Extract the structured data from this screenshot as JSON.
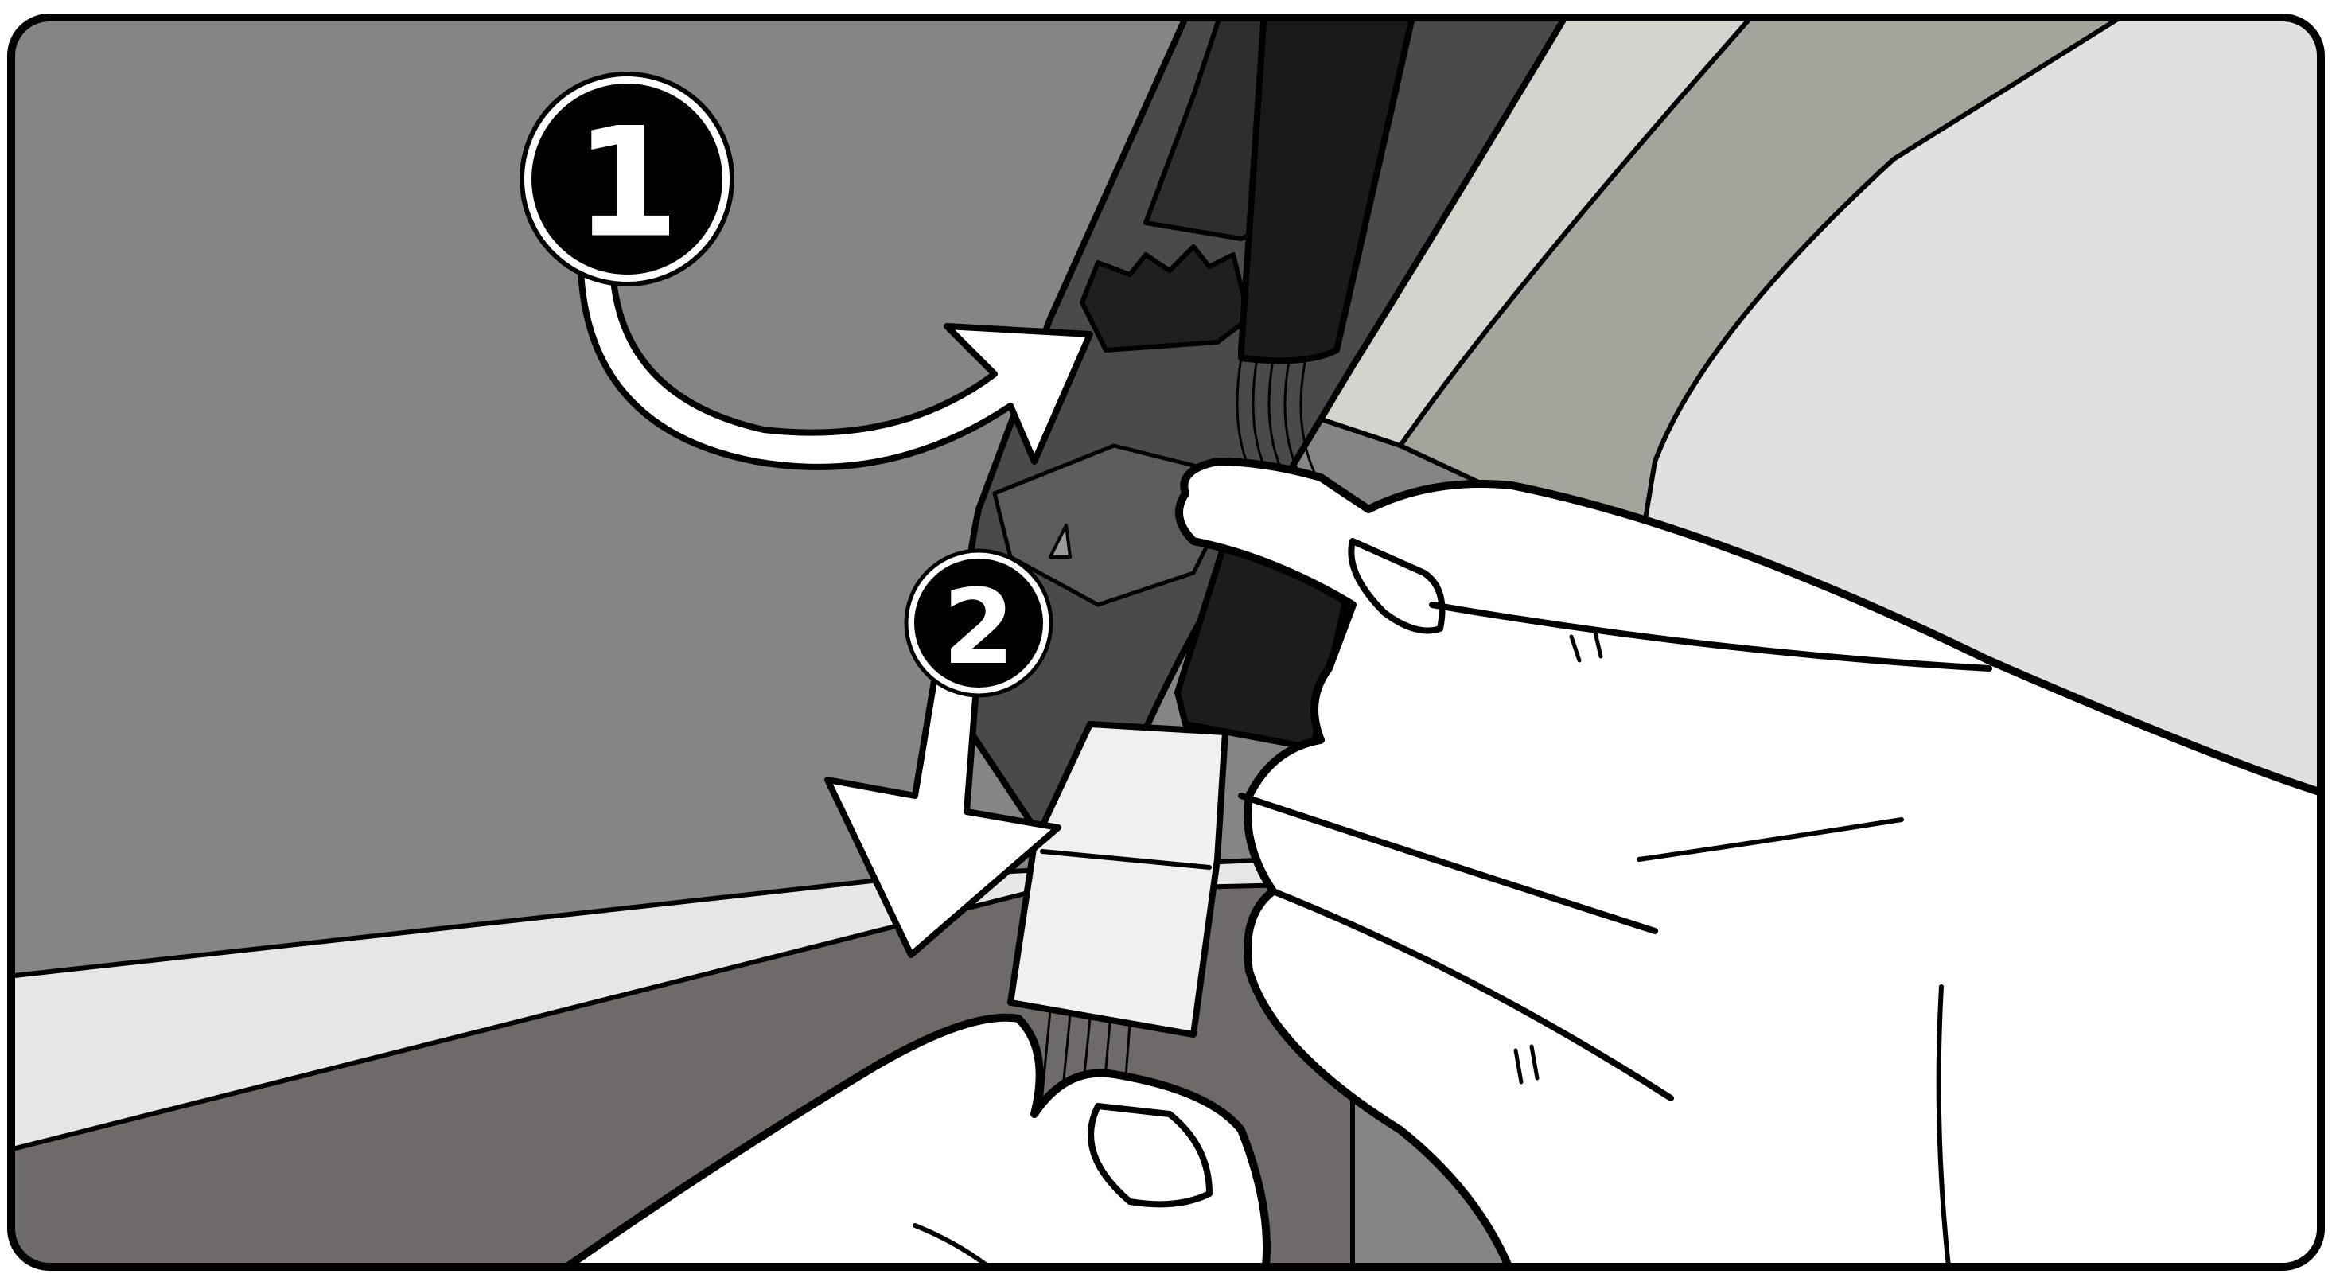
{
  "steps": [
    {
      "number": "1",
      "arrow_direction": "curved-right-up"
    },
    {
      "number": "2",
      "arrow_direction": "down-left"
    }
  ],
  "colors": {
    "outline": "#000000",
    "background_wall": "#858585",
    "floor_light": "#e6e6e6",
    "floor_dark": "#6e6a6a",
    "trim_panel": "#4a4a4a",
    "trim_dark": "#2e2e2e",
    "cable_black": "#1a1a1a",
    "pillar_light": "#d3d4ce",
    "pillar_mid": "#a3a49c",
    "right_panel": "#e0e0e0",
    "hands": "#ffffff",
    "connector_white": "#f0f0f0",
    "badge_fill": "#000000",
    "badge_ring": "#ffffff"
  }
}
